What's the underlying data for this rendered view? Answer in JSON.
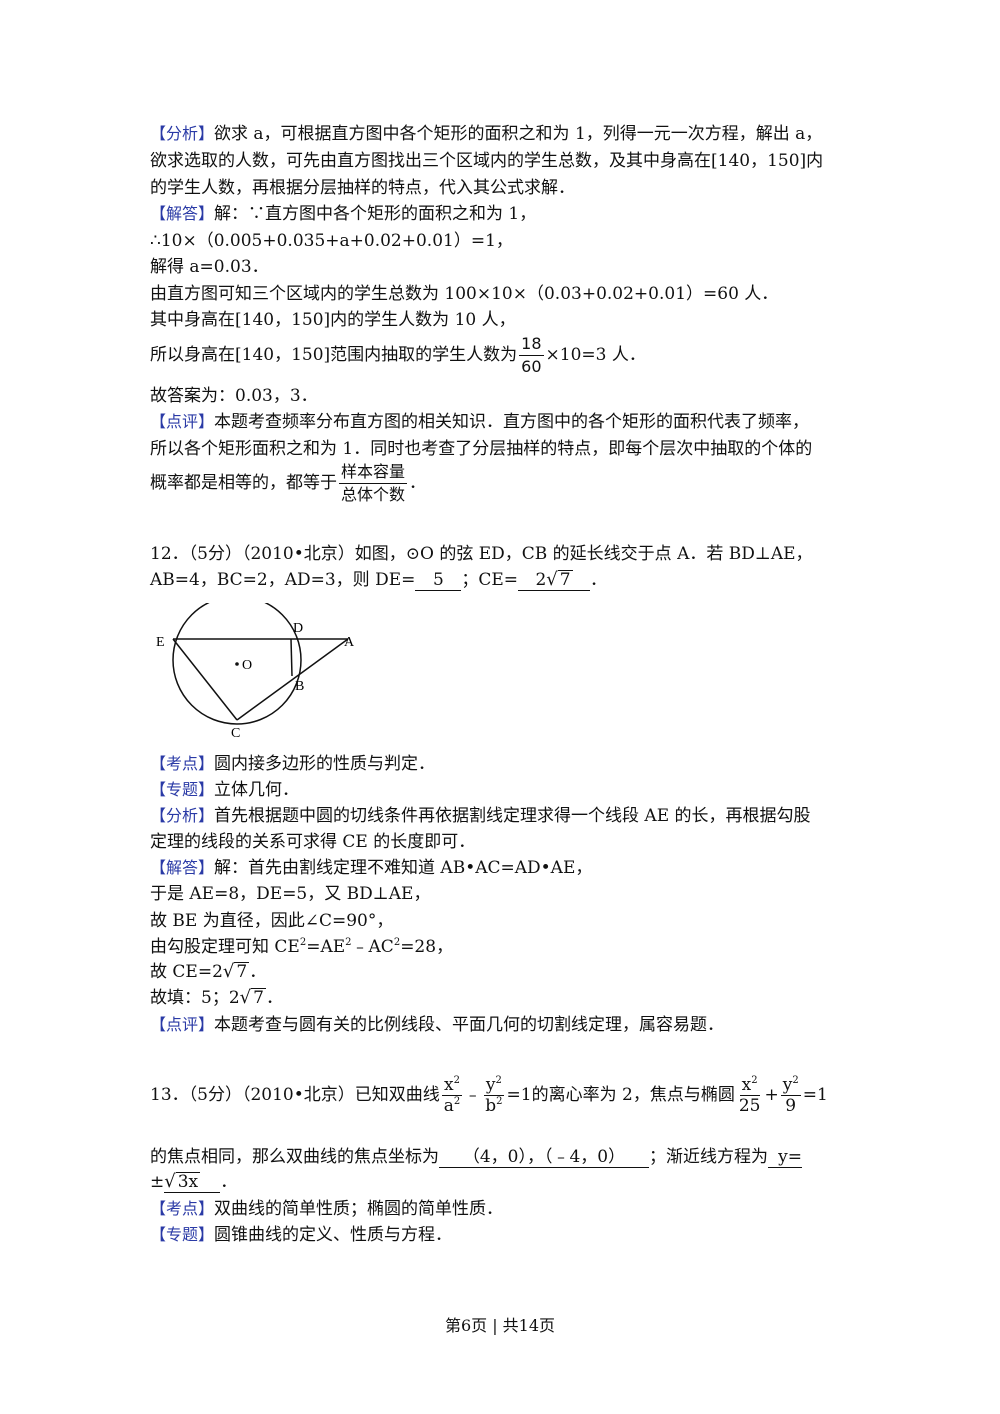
{
  "q11": {
    "analysis_tag": "【分析】",
    "analysis_1": "欲求 a，可根据直方图中各个矩形的面积之和为 1，列得一元一次方程，解出 a，",
    "analysis_2": "欲求选取的人数，可先由直方图找出三个区域内的学生总数，及其中身高在[140，150]内",
    "analysis_3": "的学生人数，再根据分层抽样的特点，代入其公式求解．",
    "solution_tag": "【解答】",
    "solution_1": "解：∵直方图中各个矩形的面积之和为 1，",
    "solution_2": "∴10×（0.005+0.035+a+0.02+0.01）=1，",
    "solution_3": "解得 a=0.03．",
    "solution_4": "由直方图可知三个区域内的学生总数为 100×10×（0.03+0.02+0.01）=60 人．",
    "solution_5": "其中身高在[140，150]内的学生人数为 10 人，",
    "solution_6_pre": "所以身高在[140，150]范围内抽取的学生人数为",
    "frac1_num": "18",
    "frac1_den": "60",
    "solution_6_post": "×10=3 人．",
    "solution_7": "故答案为：0.03，3．",
    "comment_tag": "【点评】",
    "comment_1": "本题考查频率分布直方图的相关知识．直方图中的各个矩形的面积代表了频率，",
    "comment_2": "所以各个矩形面积之和为 1．同时也考查了分层抽样的特点，即每个层次中抽取的个体的",
    "comment_3_pre": "概率都是相等的，都等于",
    "frac2_num": "样本容量",
    "frac2_den": "总体个数",
    "comment_3_post": "．"
  },
  "q12": {
    "header_1": "12．（5分）（2010•北京）如图，⊙O 的弦 ED，CB 的延长线交于点 A．若 BD⊥AE，",
    "header_2_pre": "AB=4，BC=2，AD=3，则 DE=",
    "blank_de": "5",
    "header_2_mid": "；CE=",
    "blank_ce_coef": "2",
    "blank_ce_rad": "7",
    "header_2_post": "．",
    "figure": {
      "label_e": "E",
      "label_d": "D",
      "label_a": "A",
      "label_o": "O",
      "label_b": "B",
      "label_c": "C"
    },
    "kaodian_tag": "【考点】",
    "kaodian": "圆内接多边形的性质与判定．",
    "zhuanti_tag": "【专题】",
    "zhuanti": "立体几何．",
    "analysis_tag": "【分析】",
    "analysis_1": "首先根据题中圆的切线条件再依据割线定理求得一个线段 AE 的长，再根据勾股",
    "analysis_2": "定理的线段的关系可求得 CE 的长度即可．",
    "solution_tag": "【解答】",
    "solution_1": "解：首先由割线定理不难知道 AB•AC=AD•AE，",
    "solution_2": "于是 AE=8，DE=5，又 BD⊥AE，",
    "solution_3": "故 BE 为直径，因此∠C=90°，",
    "solution_4_a": "由勾股定理可知 CE",
    "solution_4_b": "=AE",
    "solution_4_c": "﹣AC",
    "solution_4_d": "=28，",
    "sup2": "2",
    "solution_5_pre": "故 CE=",
    "solution_5_coef": "2",
    "solution_5_rad": "7",
    "solution_5_post": "．",
    "solution_6_pre": "故填：5；",
    "solution_6_coef": "2",
    "solution_6_rad": "7",
    "solution_6_post": "．",
    "comment_tag": "【点评】",
    "comment": "本题考查与圆有关的比例线段、平面几何的切割线定理，属容易题．"
  },
  "q13": {
    "header_pre": "13．（5分）（2010•北京）已知双曲线",
    "h_frac1_num": "x",
    "h_frac1_den": "a",
    "h_minus": "﹣",
    "h_frac2_num": "y",
    "h_frac2_den": "b",
    "h_eq1": "=1",
    "header_mid": "的离心率为 2，焦点与椭圆",
    "e_frac1_num": "x",
    "e_frac1_den": "25",
    "e_plus": "+",
    "e_frac2_num": "y",
    "e_frac2_den": "9",
    "e_eq1": "=1",
    "sup2": "2",
    "line2_pre": "的焦点相同，那么双曲线的焦点坐标为",
    "blank_focus": "（4，0），（﹣4，0）",
    "line2_mid": "；渐近线方程为",
    "blank_asym_1": "y=",
    "line3_pm": "±",
    "blank_asym_rad": "3x",
    "line3_post": "．",
    "kaodian_tag": "【考点】",
    "kaodian": "双曲线的简单性质；椭圆的简单性质．",
    "zhuanti_tag": "【专题】",
    "zhuanti": "圆锥曲线的定义、性质与方程．"
  },
  "footer": "第6页 | 共14页"
}
